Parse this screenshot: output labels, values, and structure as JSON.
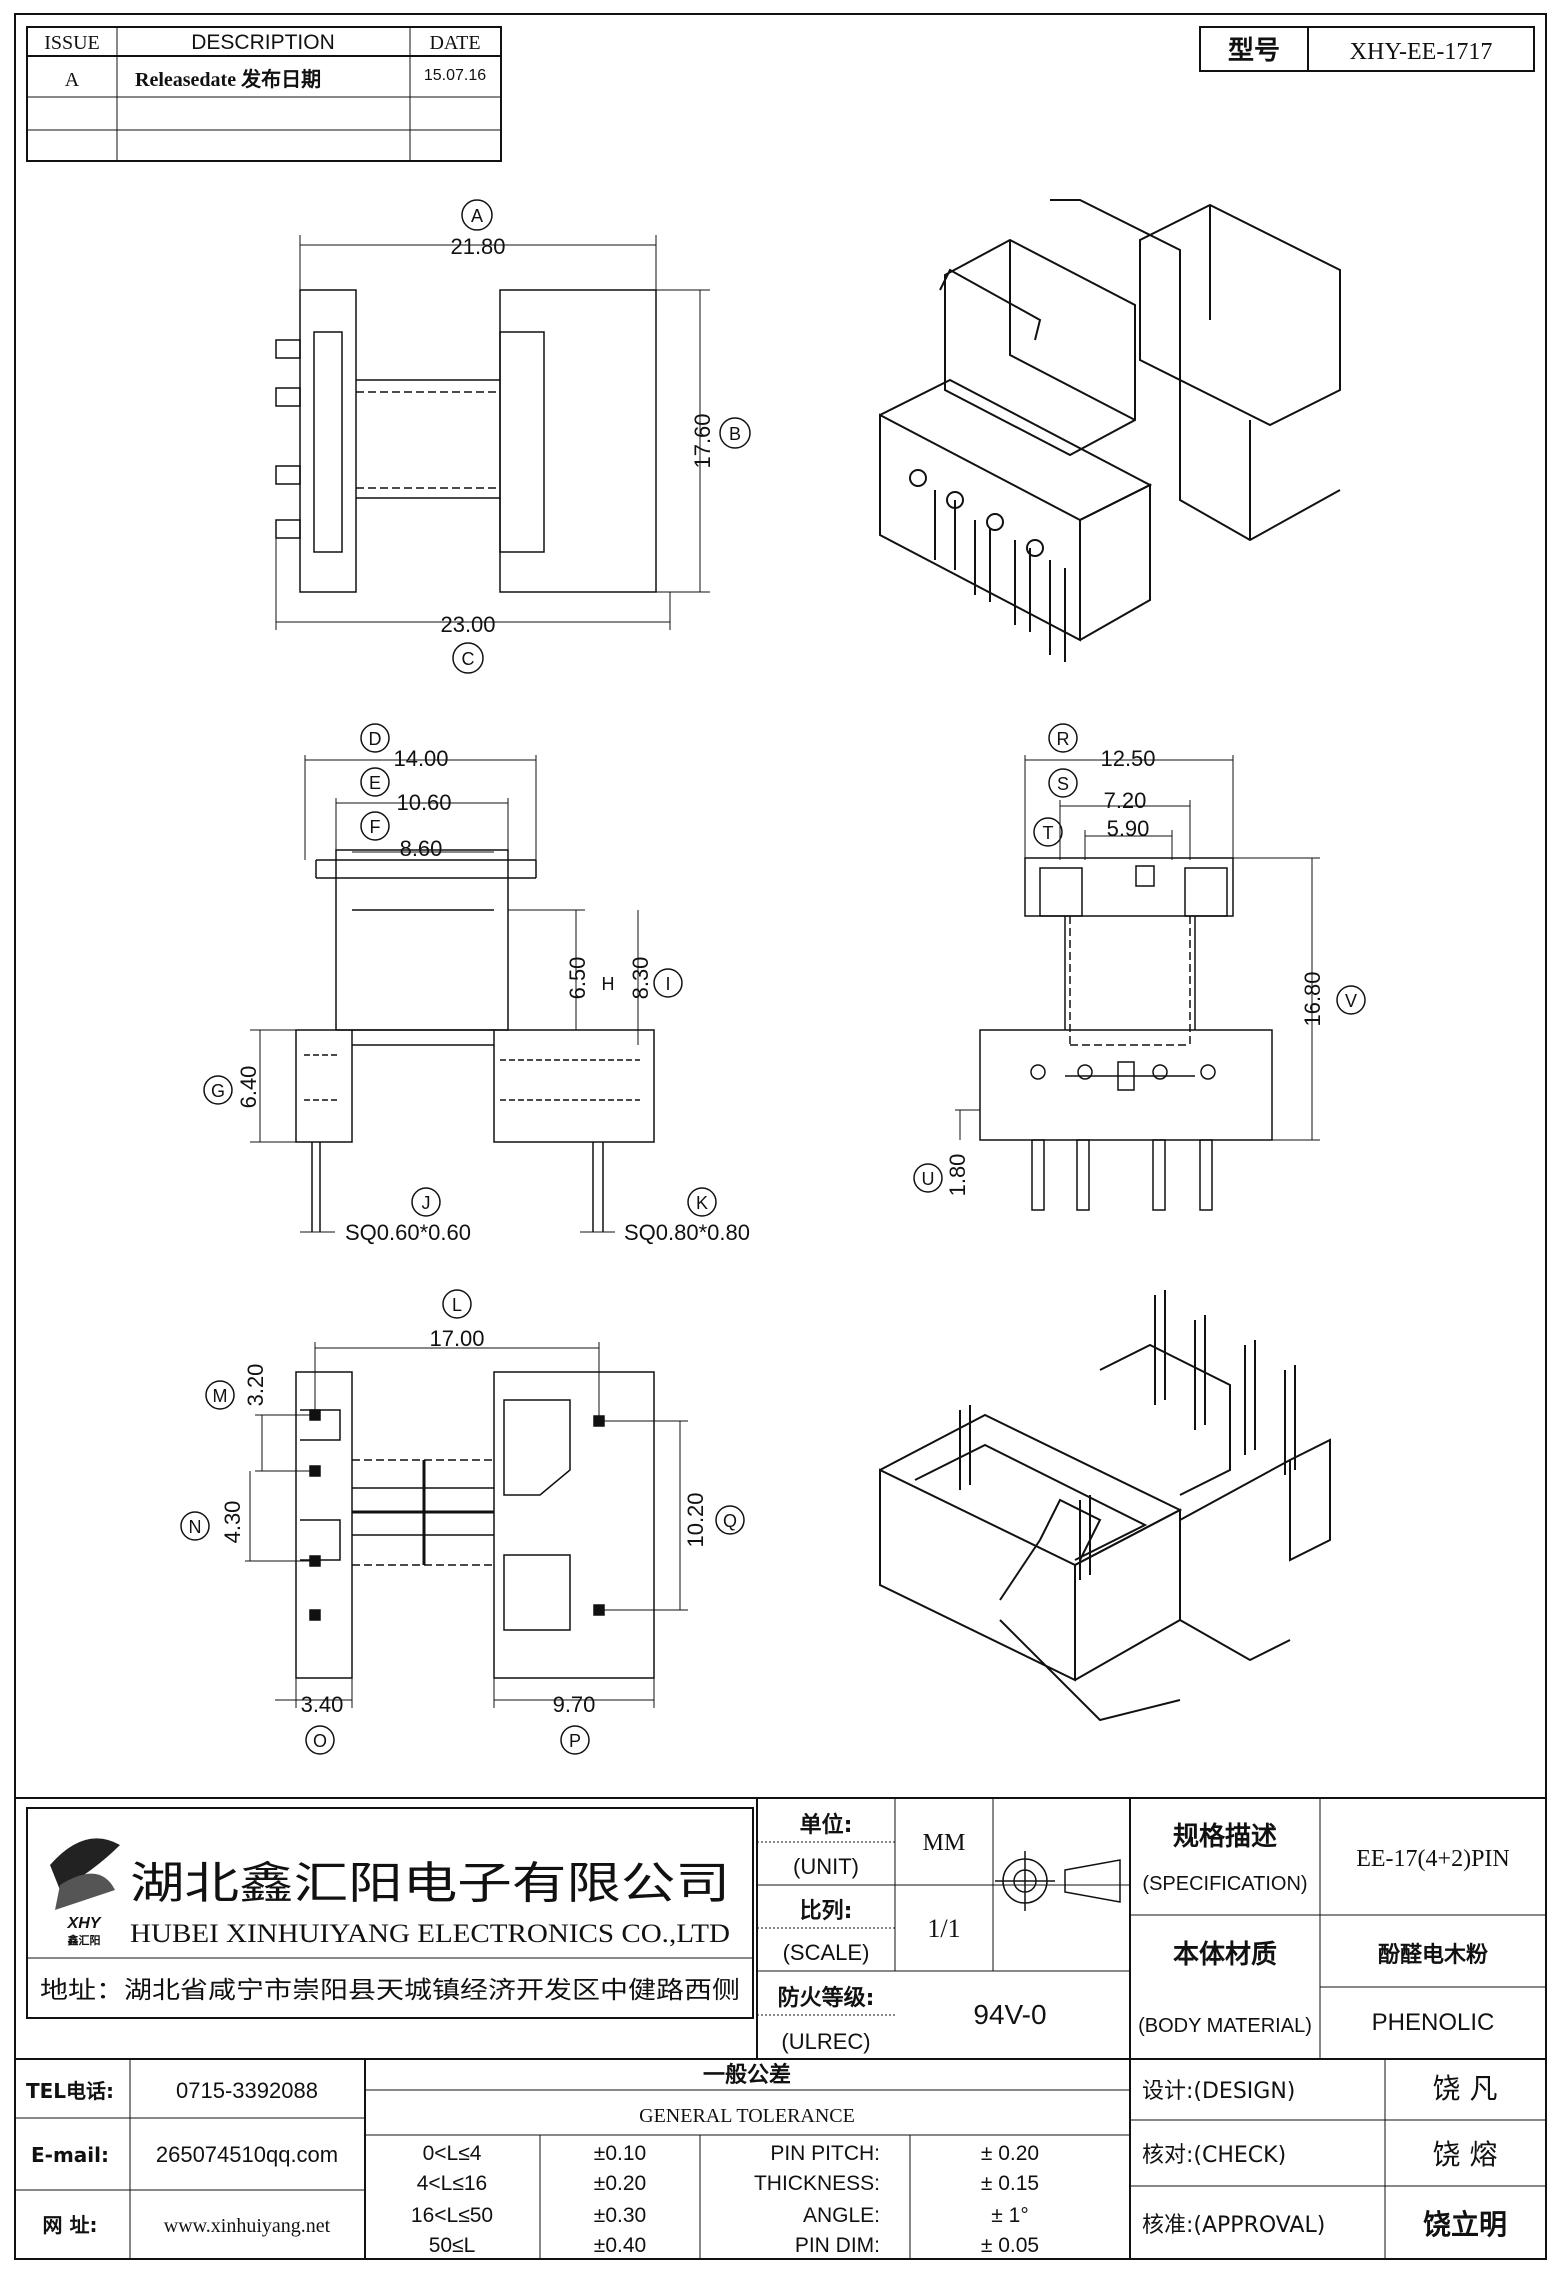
{
  "revision_table": {
    "headers": [
      "ISSUE",
      "DESCRIPTION",
      "DATE"
    ],
    "rows": [
      [
        "A",
        "Releasedate 发布日期",
        "15.07.16"
      ],
      [
        "",
        "",
        ""
      ],
      [
        "",
        "",
        ""
      ]
    ]
  },
  "model": {
    "label": "型号",
    "value": "XHY-EE-1717"
  },
  "views": {
    "top": {
      "dims": [
        {
          "letter": "A",
          "value": "21.80"
        },
        {
          "letter": "B",
          "value": "17.60"
        },
        {
          "letter": "C",
          "value": "23.00"
        }
      ]
    },
    "front": {
      "dims": [
        {
          "letter": "D",
          "value": "14.00"
        },
        {
          "letter": "E",
          "value": "10.60"
        },
        {
          "letter": "F",
          "value": "8.60"
        },
        {
          "letter": "H",
          "value": "6.50"
        },
        {
          "letter": "I",
          "value": "8.30"
        },
        {
          "letter": "G",
          "value": "6.40"
        },
        {
          "letter": "J",
          "value": "SQ0.60*0.60"
        },
        {
          "letter": "K",
          "value": "SQ0.80*0.80"
        }
      ]
    },
    "side": {
      "dims": [
        {
          "letter": "R",
          "value": "12.50"
        },
        {
          "letter": "S",
          "value": "7.20"
        },
        {
          "letter": "T",
          "value": "5.90"
        },
        {
          "letter": "V",
          "value": "16.80"
        },
        {
          "letter": "U",
          "value": "1.80"
        }
      ]
    },
    "bottom": {
      "dims": [
        {
          "letter": "L",
          "value": "17.00"
        },
        {
          "letter": "M",
          "value": "3.20"
        },
        {
          "letter": "N",
          "value": "4.30"
        },
        {
          "letter": "Q",
          "value": "10.20"
        },
        {
          "letter": "O",
          "value": "3.40"
        },
        {
          "letter": "P",
          "value": "9.70"
        }
      ]
    }
  },
  "company": {
    "logo_text": "XHY",
    "logo_sub": "鑫汇阳",
    "name_cn": "湖北鑫汇阳电子有限公司",
    "name_en": "HUBEI XINHUIYANG ELECTRONICS CO.,LTD",
    "address": "地址：湖北省咸宁市崇阳县天城镇经济开发区中健路西侧"
  },
  "specs": {
    "unit_label_cn": "单位:",
    "unit_label_en": "(UNIT)",
    "unit_value": "MM",
    "scale_label_cn": "比列:",
    "scale_label_en": "(SCALE)",
    "scale_value": "1/1",
    "ul_label_cn": "防火等级:",
    "ul_label_en": "(ULREC)",
    "ul_value": "94V-0",
    "spec_label_cn": "规格描述",
    "spec_label_en": "(SPECIFICATION)",
    "spec_value": "EE-17(4+2)PIN",
    "material_label_cn": "本体材质",
    "material_label_en": "(BODY MATERIAL)",
    "material_value_cn": "酚醛电木粉",
    "material_value_en": "PHENOLIC"
  },
  "contact": {
    "tel_label": "TEL电话:",
    "tel": "0715-3392088",
    "email_label": "E-mail:",
    "email": "265074510qq.com",
    "web_label": "网    址:",
    "web": "www.xinhuiyang.net"
  },
  "tolerance": {
    "title_cn": "一般公差",
    "title_en": "GENERAL TOLERANCE",
    "rows": [
      {
        "range": "0<L≤4",
        "tol": "±0.10",
        "item": "PIN PITCH:",
        "value": "± 0.20"
      },
      {
        "range": "4<L≤16",
        "tol": "±0.20",
        "item": "THICKNESS:",
        "value": "± 0.15"
      },
      {
        "range": "16<L≤50",
        "tol": "±0.30",
        "item": "ANGLE:",
        "value": "± 1°"
      },
      {
        "range": "50≤L",
        "tol": "±0.40",
        "item": "PIN DIM:",
        "value": "± 0.05"
      }
    ]
  },
  "approvals": [
    {
      "label": "设计:(DESIGN)",
      "name": "饶  凡"
    },
    {
      "label": "核对:(CHECK)",
      "name": "饶  熔"
    },
    {
      "label": "核准:(APPROVAL)",
      "name": "饶立明"
    }
  ]
}
